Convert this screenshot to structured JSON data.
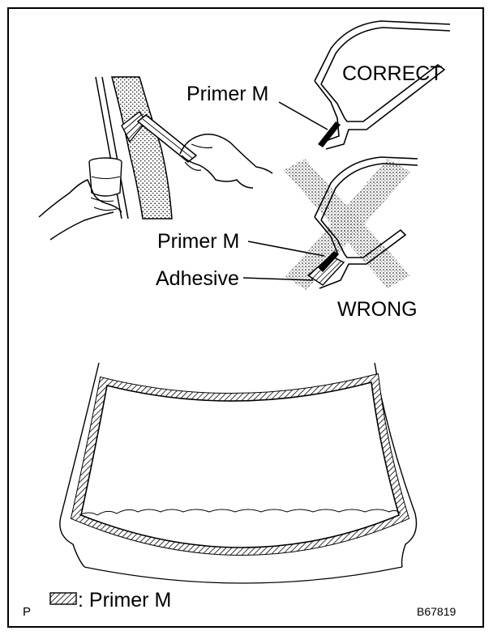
{
  "labels": {
    "correct": "CORRECT",
    "wrong": "WRONG",
    "primer_m_top": "Primer M",
    "primer_m_mid": "Primer M",
    "adhesive": "Adhesive"
  },
  "legend": {
    "text": ": Primer M",
    "p_mark": "P"
  },
  "figure_id": "B67819",
  "colors": {
    "ink": "#000000",
    "paper": "#ffffff",
    "stipple": "#777777"
  }
}
